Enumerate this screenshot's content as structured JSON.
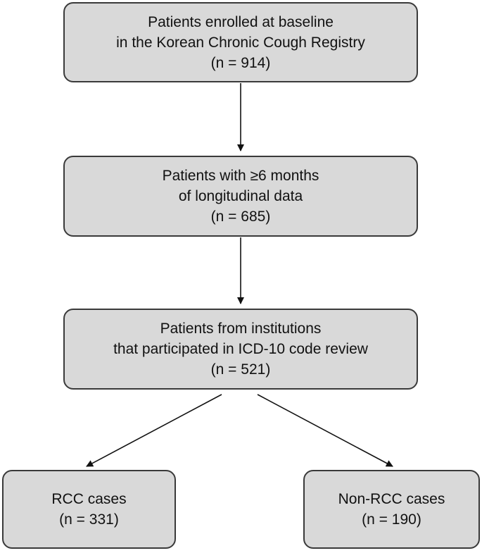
{
  "flowchart": {
    "enrolled": {
      "line1": "Patients enrolled at baseline",
      "line2": "in the Korean Chronic Cough Registry",
      "count": "(n = 914)"
    },
    "longitudinal": {
      "line1": "Patients with ≥6 months",
      "line2": "of longitudinal data",
      "count": "(n = 685)"
    },
    "icd_review": {
      "line1": "Patients from institutions",
      "line2": "that participated in ICD-10 code review",
      "count": "(n = 521)"
    },
    "rcc": {
      "label": "RCC cases",
      "count": "(n = 331)"
    },
    "non_rcc": {
      "label": "Non-RCC cases",
      "count": "(n = 190)"
    }
  }
}
